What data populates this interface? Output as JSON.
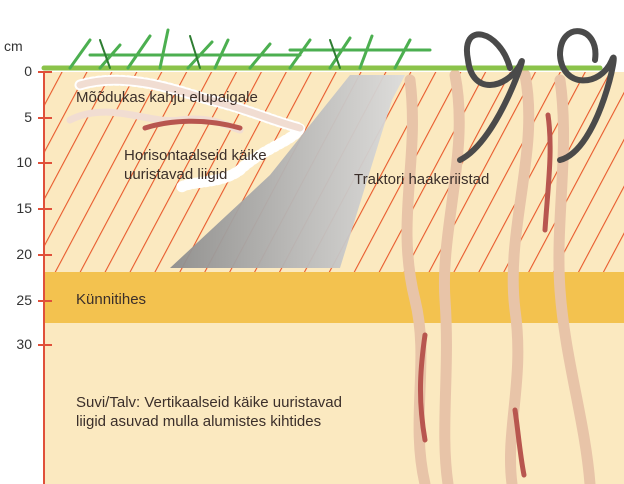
{
  "axis": {
    "unit": "cm",
    "ticks": [
      "0",
      "5",
      "10",
      "15",
      "20",
      "25",
      "30"
    ]
  },
  "labels": {
    "damaged_habitat": "Mõõdukas kahju elupaigale",
    "horizontal_1": "Horisontaalseid käike",
    "horizontal_2": "uuristavad liigid",
    "tractor": "Traktori haakeriistad",
    "plough_layer": "Künnitihes",
    "vertical_1": "Suvi/Talv: Vertikaalseid käike uuristavad",
    "vertical_2": "liigid asuvad mulla alumistes kihtides"
  },
  "colors": {
    "soil": "#fbe9c0",
    "hatch": "#e85a2c",
    "plough_band": "#f3c24f",
    "axis_line": "#e0503a",
    "grass": "#4caf50",
    "worm": "#b8564f",
    "burrow": "#e8c4a8",
    "tool": "#9e9e9e",
    "hook": "#4a4a4a"
  }
}
